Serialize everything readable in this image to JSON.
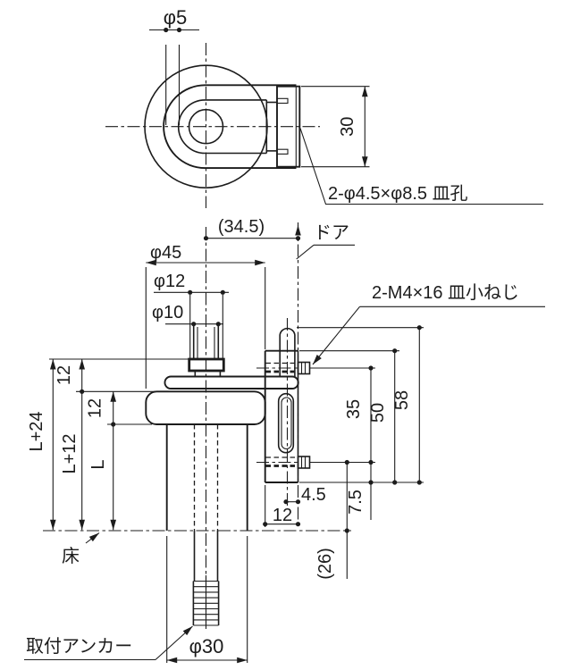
{
  "drawing": {
    "top_view": {
      "rod_dia": "φ5",
      "plate_height": "30",
      "countersunk_note": "2-φ4.5×φ8.5 皿孔"
    },
    "side_view": {
      "offset_note": "(34.5)",
      "door_label": "ドア",
      "roller_dia": "φ45",
      "collar_dia": "φ12",
      "stud_dia": "φ10",
      "screw_note": "2-M4×16 皿小ねじ",
      "dim_12_upper": "12",
      "dim_12_mid": "12",
      "dim_L24": "L+24",
      "dim_L12": "L+12",
      "dim_L": "L",
      "dim_35": "35",
      "dim_50": "50",
      "dim_58": "58",
      "dim_4_5": "4.5",
      "dim_7_5": "7.5",
      "dim_12_plate": "12",
      "dim_26": "(26)",
      "floor_label": "床",
      "anchor_label": "取付アンカー",
      "shaft_dia": "φ30"
    }
  }
}
